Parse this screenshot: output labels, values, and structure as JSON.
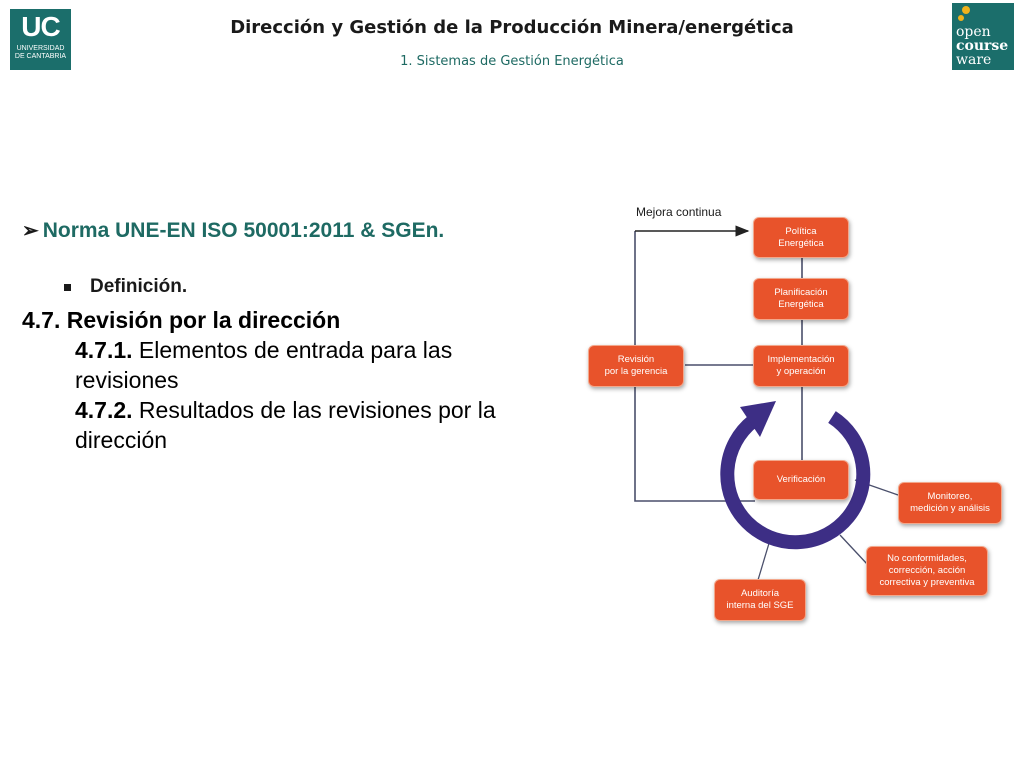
{
  "header": {
    "uc_logo_mark": "UC",
    "uc_logo_sub": "UNIVERSIDAD\nDE CANTABRIA",
    "title": "Dirección y Gestión de la Producción Minera/energética",
    "subtitle": "1. Sistemas de Gestión Energética",
    "ocw_logo": [
      "open",
      "course",
      "ware"
    ]
  },
  "content": {
    "heading": "Norma UNE-EN ISO 50001:2011 & SGEn.",
    "bullet": "Definición.",
    "section": "4.7. Revisión por la dirección",
    "item1_num": "4.7.1.",
    "item1_text": " Elementos de entrada para las revisiones",
    "item2_num": "4.7.2.",
    "item2_text": " Resultados de las revisiones por la dirección"
  },
  "diagram": {
    "mejora_label": "Mejora continua",
    "boxes": {
      "politica": "Política\nEnergética",
      "planificacion": "Planificación\nEnergética",
      "implementacion": "Implementación\ny operación",
      "revision": "Revisión\npor la gerencia",
      "verificacion": "Verificación",
      "monitoreo": "Monitoreo,\nmedición y análisis",
      "noconformidades": "No conformidades,\ncorrección, acción\ncorrectiva y preventiva",
      "auditoria": "Auditoría\ninterna del SGE"
    },
    "colors": {
      "box": "#e8532b",
      "cycle_arrow": "#3d2e85",
      "connector": "#4a4f6b"
    }
  }
}
